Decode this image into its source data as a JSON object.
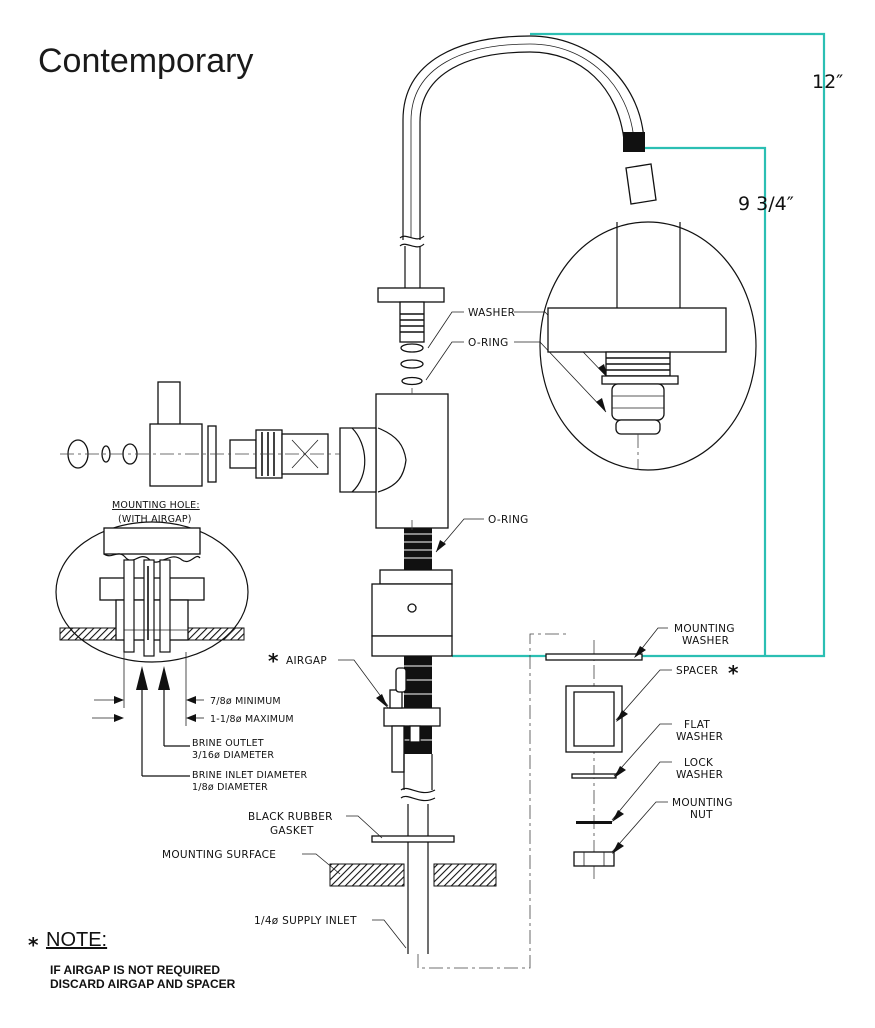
{
  "title": "Contemporary",
  "dimensions": {
    "spout_height": "12″",
    "spout_reach": "9 3/4″"
  },
  "labels": {
    "washer": "WASHER",
    "o_ring_top": "O-RING",
    "o_ring_mid": "O-RING",
    "airgap": "AIRGAP",
    "mounting_washer_1": "MOUNTING",
    "mounting_washer_2": "WASHER",
    "spacer": "SPACER",
    "flat_washer_1": "FLAT",
    "flat_washer_2": "WASHER",
    "lock_washer_1": "LOCK",
    "lock_washer_2": "WASHER",
    "mounting_nut_1": "MOUNTING",
    "mounting_nut_2": "NUT",
    "black_gasket_1": "BLACK RUBBER",
    "black_gasket_2": "GASKET",
    "mounting_surface": "MOUNTING SURFACE",
    "supply_inlet": "1/4ø SUPPLY INLET"
  },
  "detail": {
    "heading_1": "MOUNTING HOLE:",
    "heading_2": "(WITH AIRGAP)",
    "min": "7/8ø MINIMUM",
    "max": "1-1/8ø MAXIMUM",
    "brine_outlet_1": "BRINE OUTLET",
    "brine_outlet_2": "3/16ø DIAMETER",
    "brine_inlet_1": "BRINE INLET DIAMETER",
    "brine_inlet_2": "1/8ø DIAMETER"
  },
  "note": {
    "star": "*",
    "heading": "NOTE:",
    "line1": "IF AIRGAP IS NOT REQUIRED",
    "line2": "DISCARD AIRGAP AND SPACER"
  },
  "colors": {
    "dimension_lines": "#2bbfb3",
    "linework": "#111111"
  }
}
